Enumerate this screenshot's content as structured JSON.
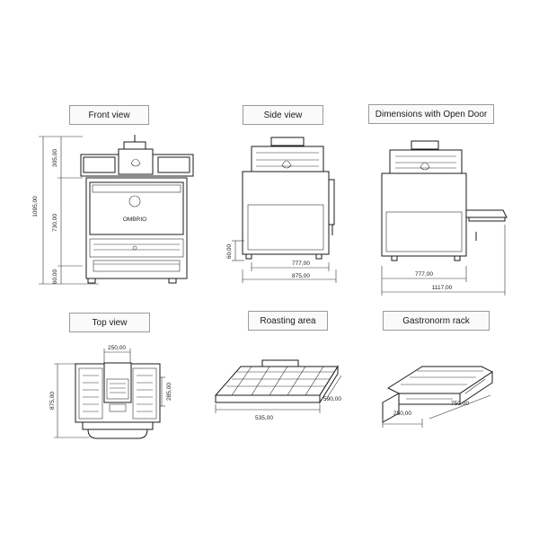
{
  "labels": {
    "front": "Front view",
    "side": "Side view",
    "open_door": "Dimensions with Open Door",
    "top": "Top view",
    "roasting": "Roasting area",
    "gastronorm": "Gastronorm rack"
  },
  "dims": {
    "total_height": "1095,00",
    "top_height": "305,00",
    "mid_height": "730,00",
    "base_height": "60,00",
    "side_foot": "60,00",
    "side_depth_body": "777,00",
    "side_depth_total": "875,00",
    "open_depth_body": "777,00",
    "open_depth_total": "1117,00",
    "top_inner_width": "250,00",
    "top_depth": "875,00",
    "top_inner_depth": "285,00",
    "roast_width": "535,00",
    "roast_depth": "590,00",
    "rack_width": "250,00",
    "rack_depth": "750,00"
  }
}
